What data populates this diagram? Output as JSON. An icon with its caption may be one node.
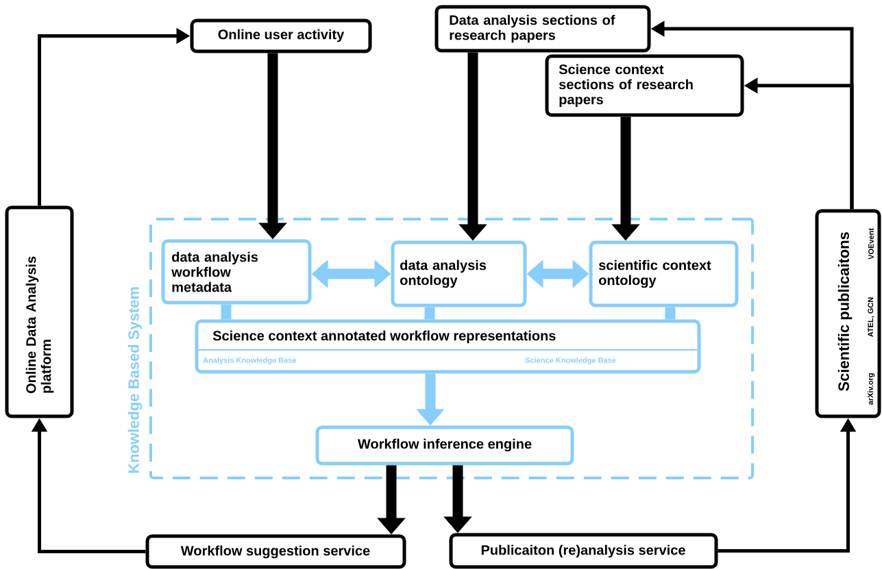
{
  "diagram": {
    "nodes": [
      {
        "text": [
          "Online user activity"
        ]
      },
      {
        "text": [
          "Data analysis sections of research papers"
        ]
      },
      {
        "text": [
          "Science context sections of research papers"
        ]
      },
      {
        "text": [
          "Knowledge Based System"
        ]
      },
      {
        "text": [
          "data analysis workflow metadata"
        ],
        "in": 3
      },
      {
        "text": [
          "data analysis ontology"
        ],
        "in": 3
      },
      {
        "text": [
          "scientific context ontology"
        ],
        "in": 3
      },
      {
        "text": [
          "Science context annotated workflow representations",
          "Analysis Knowledge Base",
          "Science Knowledge Base"
        ],
        "in": 3
      },
      {
        "text": [
          "Workflow inference engine"
        ],
        "in": 3
      },
      {
        "text": [
          "Online Data Analysis platform"
        ]
      },
      {
        "text": [
          "Scientific publicaitons",
          "arXiv.org",
          "ATEL, GCN",
          "VOEvent"
        ]
      },
      {
        "text": [
          "Workflow suggestion service"
        ]
      },
      {
        "text": [
          "Publicaiton (re)analysis service"
        ]
      }
    ],
    "edges": [
      {
        "from": 9,
        "to": 0,
        "arrow": "to"
      },
      {
        "from": 0,
        "to": 4,
        "arrow": "to"
      },
      {
        "from": 1,
        "to": 5,
        "arrow": "to"
      },
      {
        "from": 2,
        "to": 6,
        "arrow": "to"
      },
      {
        "from": 10,
        "to": 1,
        "arrow": "to"
      },
      {
        "from": 10,
        "to": 2,
        "arrow": "to"
      },
      {
        "from": 4,
        "to": 5,
        "arrow": "both",
        "color": "#87cefa"
      },
      {
        "from": 5,
        "to": 6,
        "arrow": "both",
        "color": "#87cefa"
      },
      {
        "from": 4,
        "to": 7,
        "arrow": "none",
        "color": "#87cefa"
      },
      {
        "from": 5,
        "to": 7,
        "arrow": "none",
        "color": "#87cefa"
      },
      {
        "from": 6,
        "to": 7,
        "arrow": "none",
        "color": "#87cefa"
      },
      {
        "from": 7,
        "to": 8,
        "arrow": "to",
        "color": "#87cefa"
      },
      {
        "from": 8,
        "to": 11,
        "arrow": "to"
      },
      {
        "from": 8,
        "to": 12,
        "arrow": "to"
      },
      {
        "from": 11,
        "to": 9,
        "arrow": "to"
      },
      {
        "from": 12,
        "to": 10,
        "arrow": "to"
      }
    ]
  }
}
